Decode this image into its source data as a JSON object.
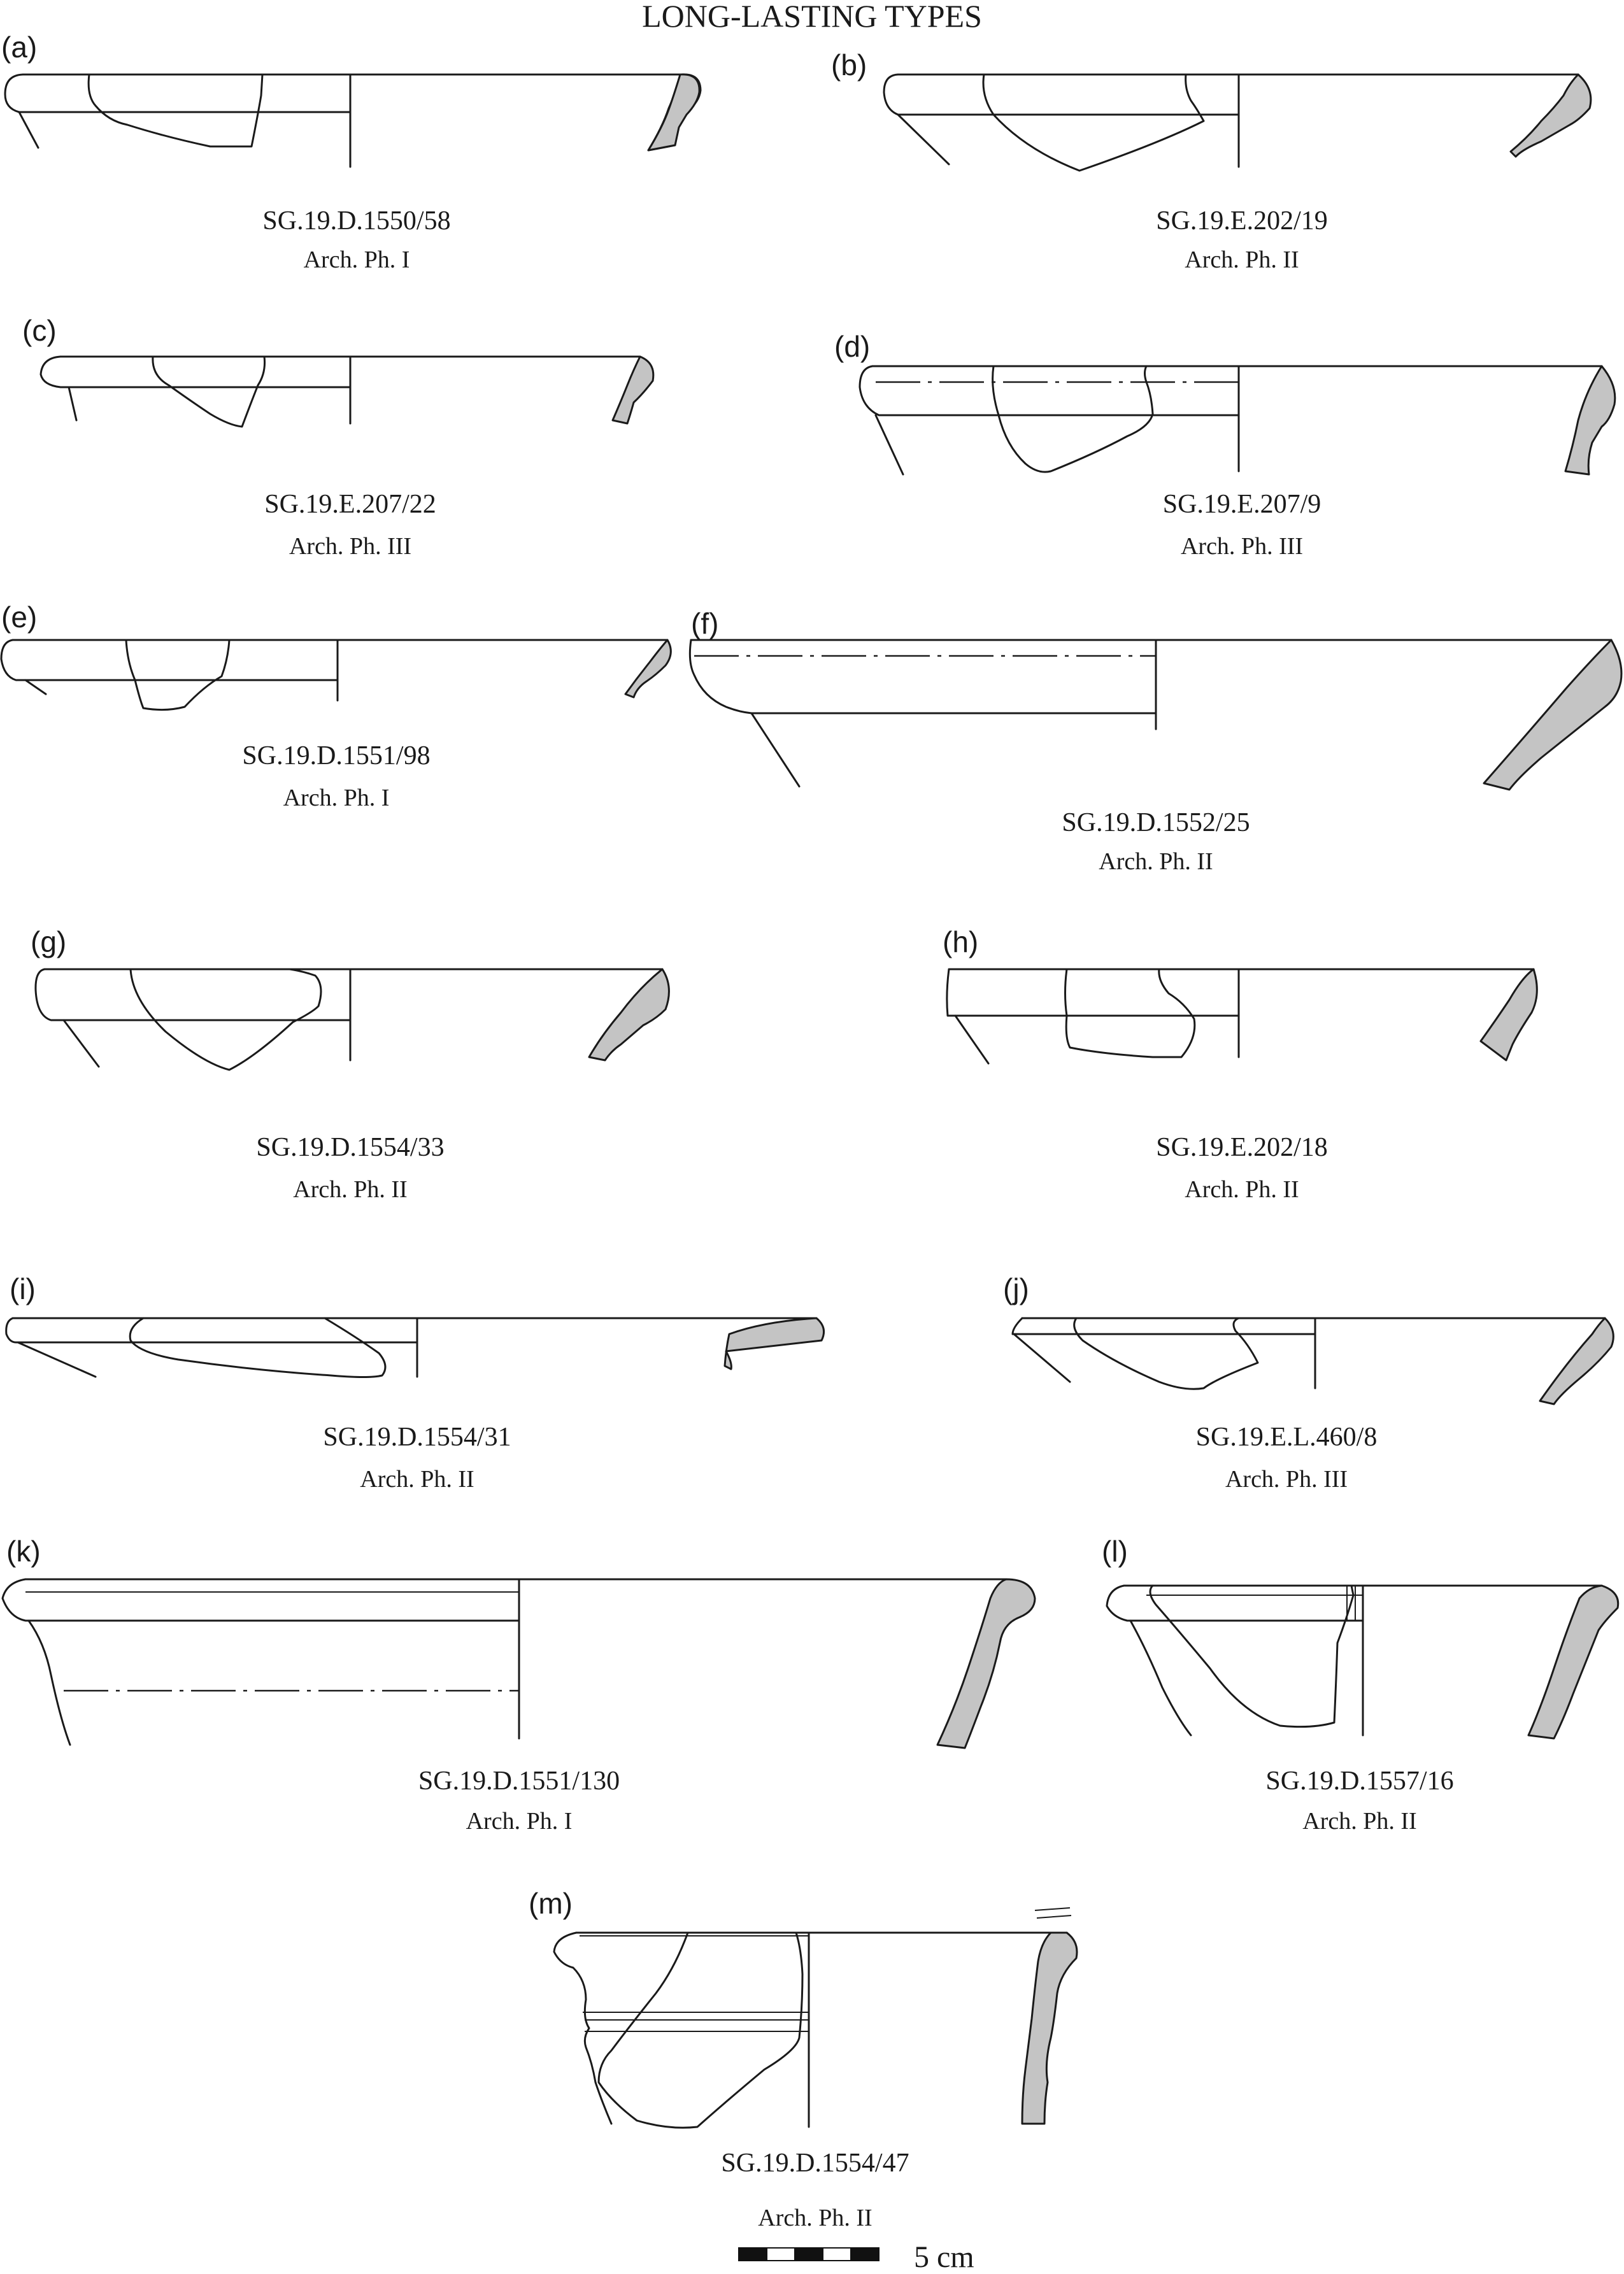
{
  "plate": {
    "title": "LONG-LASTING TYPES",
    "scale_bar": {
      "label": "5 cm",
      "segments": 5
    }
  },
  "vessels": [
    {
      "letter": "(a)",
      "code": "SG.19.D.1550/58",
      "phase": "Arch. Ph. I"
    },
    {
      "letter": "(b)",
      "code": "SG.19.E.202/19",
      "phase": "Arch. Ph. II"
    },
    {
      "letter": "(c)",
      "code": "SG.19.E.207/22",
      "phase": "Arch. Ph. III"
    },
    {
      "letter": "(d)",
      "code": "SG.19.E.207/9",
      "phase": "Arch. Ph. III"
    },
    {
      "letter": "(e)",
      "code": "SG.19.D.1551/98",
      "phase": "Arch. Ph. I"
    },
    {
      "letter": "(f)",
      "code": "SG.19.D.1552/25",
      "phase": "Arch. Ph. II"
    },
    {
      "letter": "(g)",
      "code": "SG.19.D.1554/33",
      "phase": "Arch. Ph. II"
    },
    {
      "letter": "(h)",
      "code": "SG.19.E.202/18",
      "phase": "Arch. Ph. II"
    },
    {
      "letter": "(i)",
      "code": "SG.19.D.1554/31",
      "phase": "Arch. Ph. II"
    },
    {
      "letter": "(j)",
      "code": "SG.19.E.L.460/8",
      "phase": "Arch. Ph. III"
    },
    {
      "letter": "(k)",
      "code": "SG.19.D.1551/130",
      "phase": "Arch. Ph. I"
    },
    {
      "letter": "(l)",
      "code": "SG.19.D.1557/16",
      "phase": "Arch. Ph. II"
    },
    {
      "letter": "(m)",
      "code": "SG.19.D.1554/47",
      "phase": "Arch. Ph. II"
    }
  ]
}
